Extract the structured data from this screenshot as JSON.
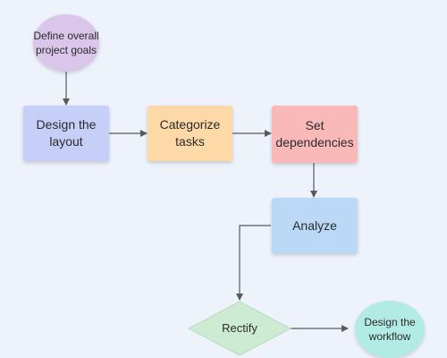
{
  "nodes": {
    "define_goals": {
      "text": "Define overall\nproject goals",
      "color": "#d9c6ea"
    },
    "design_layout": {
      "text": "Design the\nlayout",
      "color": "#c5cff7"
    },
    "categorize_tasks": {
      "text": "Categorize tasks",
      "color": "#fcd9a7"
    },
    "set_dependencies": {
      "text": "Set dependencies",
      "color": "#f9b9b9"
    },
    "analyze": {
      "text": "Analyze",
      "color": "#bcd8f7"
    },
    "rectify": {
      "text": "Rectify",
      "color": "#cdebd2"
    },
    "design_workflow": {
      "text": "Design the\nworkflow",
      "color": "#b2ebe4"
    }
  },
  "edge_color": "#5a5a5a"
}
